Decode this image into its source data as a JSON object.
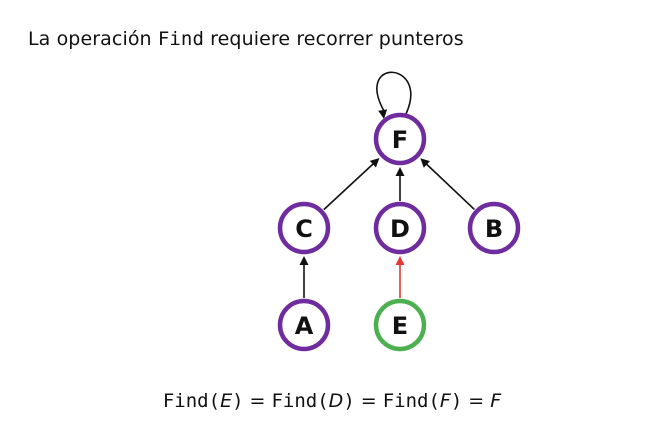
{
  "title": {
    "prefix": "La operación ",
    "code": "Find",
    "suffix": " requiere recorrer punteros"
  },
  "colors": {
    "node_stroke": "#6f2c9f",
    "highlight_stroke": "#4caf50",
    "edge": "#111111",
    "highlight_edge": "#e53935"
  },
  "diagram": {
    "nodes": [
      {
        "id": "F",
        "label": "F",
        "highlight": false
      },
      {
        "id": "C",
        "label": "C",
        "highlight": false
      },
      {
        "id": "D",
        "label": "D",
        "highlight": false
      },
      {
        "id": "B",
        "label": "B",
        "highlight": false
      },
      {
        "id": "A",
        "label": "A",
        "highlight": false
      },
      {
        "id": "E",
        "label": "E",
        "highlight": true
      }
    ],
    "edges": [
      {
        "from": "C",
        "to": "F",
        "highlight": false
      },
      {
        "from": "D",
        "to": "F",
        "highlight": false
      },
      {
        "from": "B",
        "to": "F",
        "highlight": false
      },
      {
        "from": "A",
        "to": "C",
        "highlight": false
      },
      {
        "from": "E",
        "to": "D",
        "highlight": true
      },
      {
        "from": "F",
        "to": "F",
        "self_loop": true,
        "highlight": false
      }
    ]
  },
  "formula": {
    "t1_fn": "Find",
    "t1_open": "(",
    "t1_arg": "E",
    "t1_close": ")",
    "eq1": "=",
    "t2_fn": "Find",
    "t2_open": "(",
    "t2_arg": "D",
    "t2_close": ")",
    "eq2": "=",
    "t3_fn": "Find",
    "t3_open": "(",
    "t3_arg": "F",
    "t3_close": ")",
    "eq3": "=",
    "result": "F"
  }
}
